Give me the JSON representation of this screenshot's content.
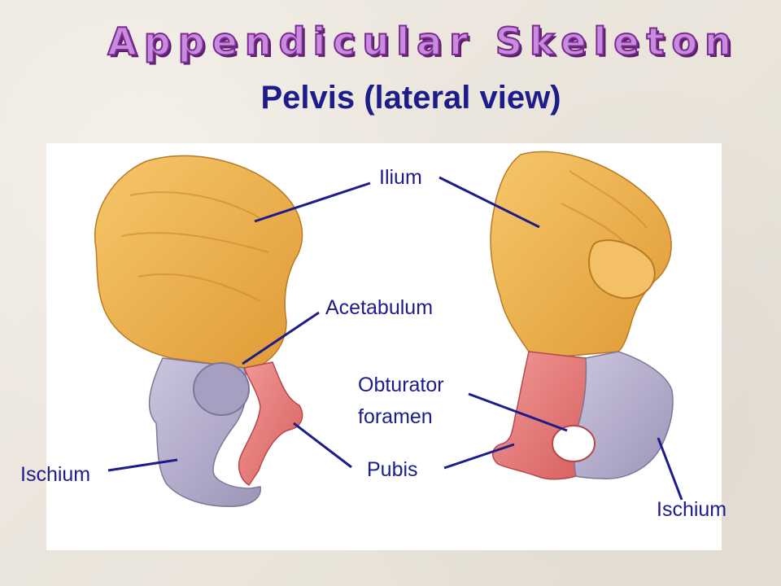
{
  "slide": {
    "title": "Appendicular Skeleton",
    "subtitle": "Pelvis (lateral view)"
  },
  "labels": {
    "ilium": "Ilium",
    "acetabulum": "Acetabulum",
    "obturator_line1": "Obturator",
    "obturator_line2": "foramen",
    "pubis": "Pubis",
    "ischium_left": "Ischium",
    "ischium_right": "Ischium"
  },
  "colors": {
    "title_fill": "#c88be0",
    "title_stroke": "#7b2c8f",
    "subtitle": "#1c1c8a",
    "leader_line": "#1c1c8a",
    "ilium": "#f0b24c",
    "ischium": "#b9b2cf",
    "pubis": "#e48082"
  }
}
